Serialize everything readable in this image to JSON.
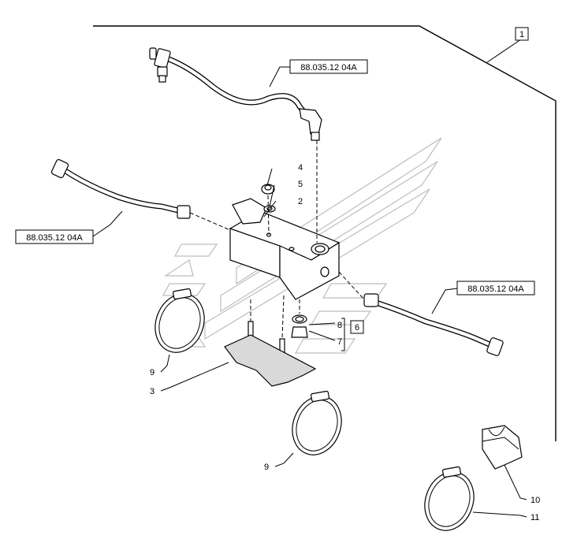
{
  "assembly": {
    "callout": "1"
  },
  "kit": {
    "callout": "6"
  },
  "references": [
    "88.035.12 04A",
    "88.035.12 04A",
    "88.035.12 04A"
  ],
  "parts": {
    "p2": "2",
    "p3": "3",
    "p4": "4",
    "p5": "5",
    "p7": "7",
    "p8": "8",
    "p9a": "9",
    "p9b": "9",
    "p10": "10",
    "p11": "11"
  }
}
